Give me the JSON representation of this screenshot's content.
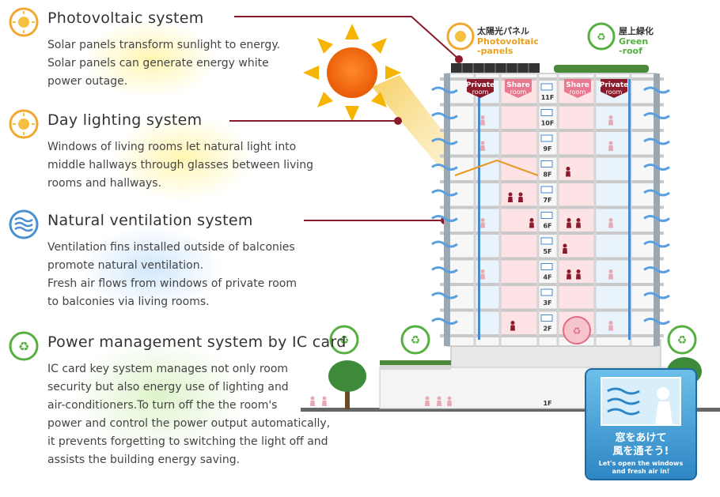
{
  "sections": [
    {
      "title": "Photovoltaic system",
      "icon": "sun-icon",
      "lines": [
        "Solar panels transform sunlight to energy.",
        "Solar panels can generate energy white",
        "power outage."
      ]
    },
    {
      "title": "Day lighting system",
      "icon": "sun-icon",
      "lines": [
        "Windows of living rooms let natural light into",
        "middle hallways through glasses between living",
        "rooms and hallways."
      ]
    },
    {
      "title": "Natural ventilation system",
      "icon": "wind-icon",
      "lines": [
        "Ventilation fins installed outside of balconies",
        "promote natural ventilation.",
        "Fresh air flows from windows of private room",
        "to balconies via living rooms."
      ]
    },
    {
      "title": "Power management system by IC card",
      "icon": "co2-leaf-icon",
      "lines": [
        "IC card key system manages not only room",
        "security but also energy use of lighting and",
        "air-conditioners.To turn off the the room's",
        "power and control the power output automatically,",
        "it prevents forgetting to switching the light off and",
        "assists the building energy saving."
      ]
    }
  ],
  "labels": {
    "solar_jp": "太陽光パネル",
    "solar_en1": "Photovoltaic",
    "solar_en2": "-panels",
    "roof_jp": "屋上緑化",
    "roof_en1": "Green",
    "roof_en2": "-roof"
  },
  "top_rooms": [
    {
      "l1": "Private",
      "l2": "room",
      "kind": "private"
    },
    {
      "l1": "Share",
      "l2": "room",
      "kind": "share"
    },
    {
      "l1": "Share",
      "l2": "room",
      "kind": "share"
    },
    {
      "l1": "Private",
      "l2": "room",
      "kind": "private"
    }
  ],
  "floors": [
    "11F",
    "10F",
    "9F",
    "8F",
    "7F",
    "6F",
    "5F",
    "4F",
    "3F",
    "2F",
    "1F"
  ],
  "sign": {
    "line1": "窓をあけて",
    "line2": "風を通そう!",
    "line3": "Let's open the windows",
    "line4": "and fresh air in!"
  },
  "colors": {
    "accent_line": "#8b1a2a",
    "private_room": "#8b1a2a",
    "share_room": "#e8798f",
    "sun": "#f07010",
    "sign_bg": "#4aa6d8",
    "tree": "#3d8a3a"
  }
}
